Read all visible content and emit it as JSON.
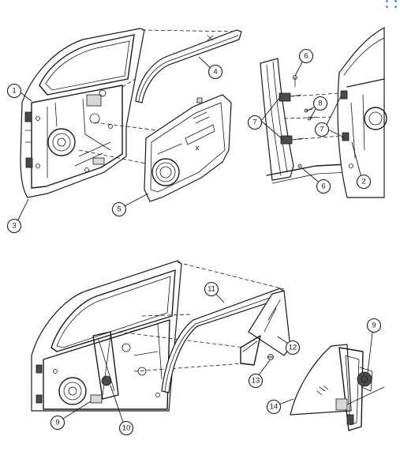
{
  "diagram": {
    "callouts": [
      {
        "id": "c1",
        "label": "1"
      },
      {
        "id": "c2",
        "label": "2"
      },
      {
        "id": "c3",
        "label": "3"
      },
      {
        "id": "c4",
        "label": "4"
      },
      {
        "id": "c5",
        "label": "5"
      },
      {
        "id": "c6a",
        "label": "6"
      },
      {
        "id": "c6b",
        "label": "6"
      },
      {
        "id": "c7a",
        "label": "7"
      },
      {
        "id": "c7b",
        "label": "7"
      },
      {
        "id": "c8",
        "label": "8"
      },
      {
        "id": "c9a",
        "label": "9"
      },
      {
        "id": "c9b",
        "label": "9"
      },
      {
        "id": "c10",
        "label": "10"
      },
      {
        "id": "c11",
        "label": "11"
      },
      {
        "id": "c12",
        "label": "12"
      },
      {
        "id": "c13",
        "label": "13"
      },
      {
        "id": "c14",
        "label": "14"
      }
    ],
    "colors": {
      "ink": "#1a1a1a",
      "accent": "#2a7de1"
    },
    "icons": [
      "expand-icon"
    ]
  }
}
